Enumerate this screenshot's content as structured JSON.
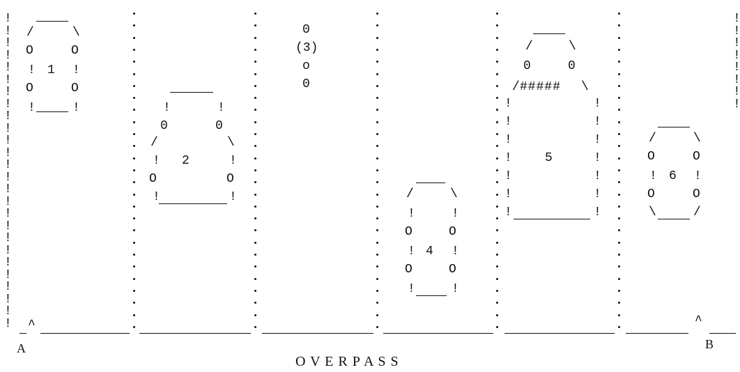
{
  "diagram": {
    "caption": "O V E R P A S S",
    "endpoint_a": "A",
    "endpoint_b": "B",
    "caret_glyph": "^",
    "lane_divider_glyph": "!",
    "hood_glyph": "#####",
    "vehicles": [
      {
        "id": "1"
      },
      {
        "id": "2"
      },
      {
        "id": "(3)"
      },
      {
        "id": "4"
      },
      {
        "id": "5"
      },
      {
        "id": "6"
      }
    ]
  }
}
